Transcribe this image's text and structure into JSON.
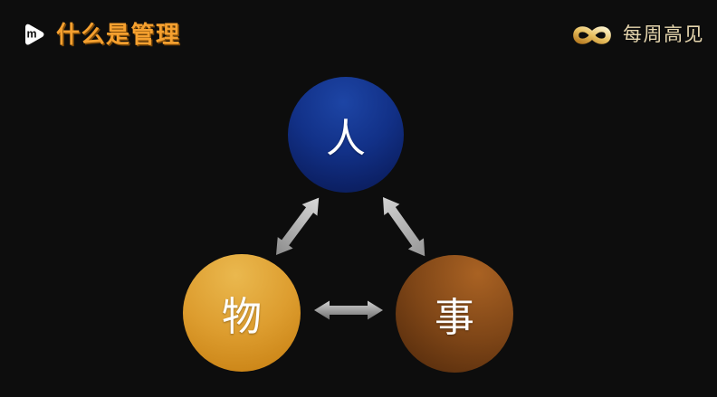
{
  "slide": {
    "background_color": "#0d0d0d",
    "header": {
      "logo_icon": "m-play-logo",
      "logo_letter": "m",
      "logo_color": "#ffffff",
      "title": "什么是管理",
      "title_color": "#F5A02F"
    },
    "brand": {
      "logo_icon": "infinity-logo",
      "name": "每周高见",
      "name_color": "#E6D6AE",
      "logo_gradient": [
        "#B97E24",
        "#E9C161",
        "#FBF0C8"
      ]
    },
    "diagram": {
      "type": "triangle-relationship",
      "nodes": [
        {
          "id": "people",
          "label": "人",
          "shape": "circle",
          "position": "top",
          "gradient": [
            "#1D45A5",
            "#0C2166"
          ]
        },
        {
          "id": "things",
          "label": "物",
          "shape": "circle",
          "position": "bottom-left",
          "gradient": [
            "#EAB84E",
            "#BD7810"
          ]
        },
        {
          "id": "matters",
          "label": "事",
          "shape": "circle",
          "position": "bottom-right",
          "gradient": [
            "#A96223",
            "#4A2409"
          ]
        }
      ],
      "connectors": [
        {
          "between": [
            "物",
            "人"
          ],
          "style": "double-headed-arrow",
          "color": "#ADADAD"
        },
        {
          "between": [
            "人",
            "事"
          ],
          "style": "double-headed-arrow",
          "color": "#ADADAD"
        },
        {
          "between": [
            "物",
            "事"
          ],
          "style": "double-headed-arrow",
          "color": "#ADADAD"
        }
      ]
    }
  }
}
